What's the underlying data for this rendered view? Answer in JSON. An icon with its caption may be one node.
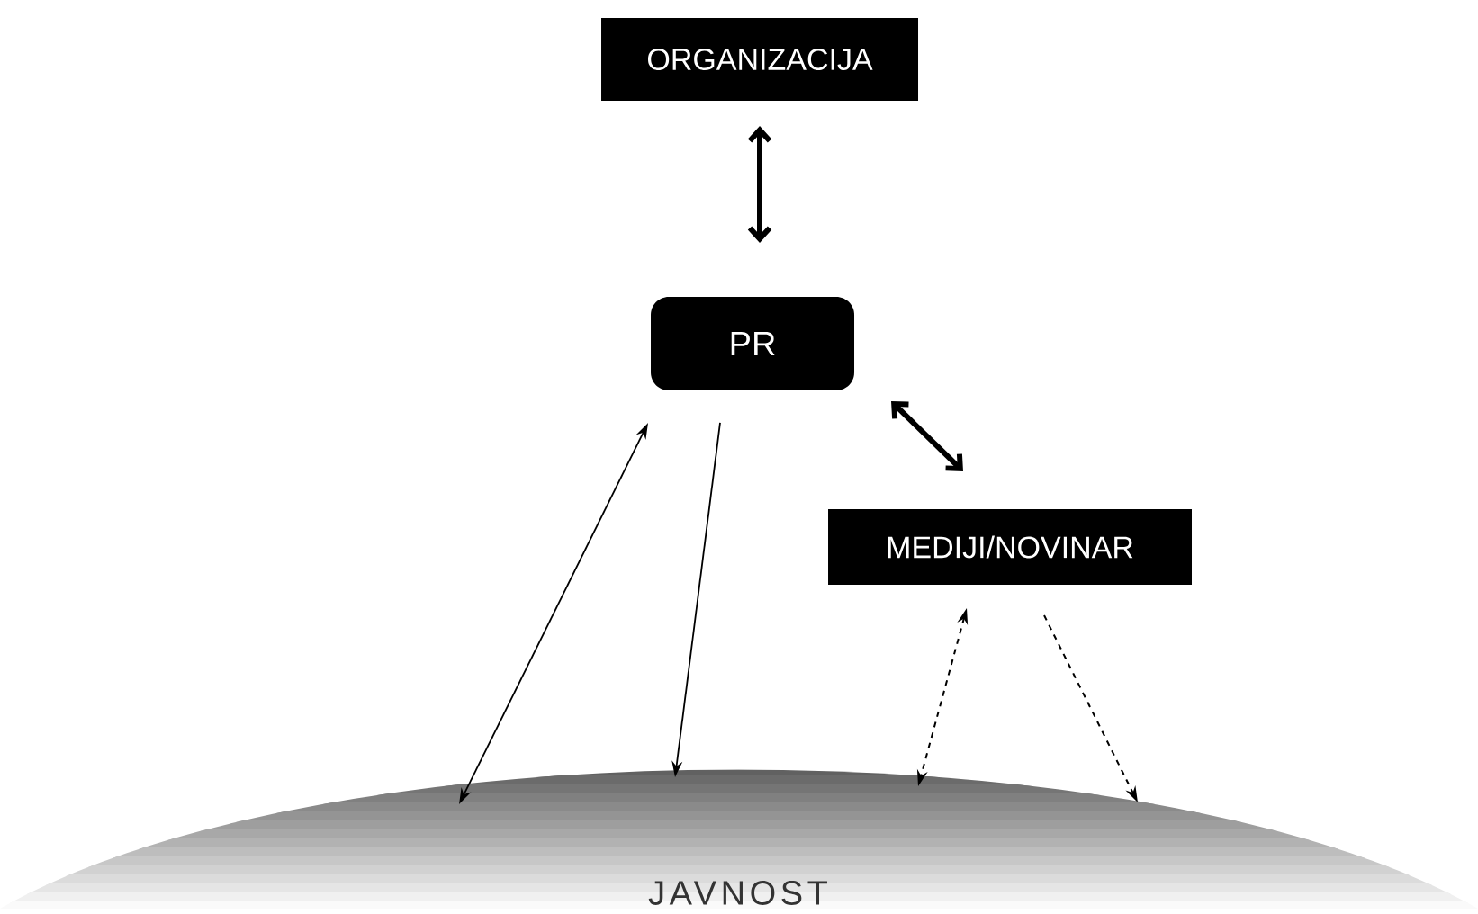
{
  "diagram": {
    "nodes": [
      {
        "text": [
          "ORGANIZACIJA"
        ]
      },
      {
        "text": [
          "PR"
        ]
      },
      {
        "text": [
          "MEDIJI/NOVINAR"
        ]
      },
      {
        "text": [
          "JAVNOST"
        ]
      }
    ],
    "edges": [
      {
        "from": 0,
        "to": 1,
        "arrow": "both",
        "style": "thick"
      },
      {
        "from": 1,
        "to": 2,
        "arrow": "both",
        "style": "thick"
      },
      {
        "from": 1,
        "to": 3,
        "arrow": "both"
      },
      {
        "from": 1,
        "to": 3,
        "arrow": "to"
      },
      {
        "from": 2,
        "to": 3,
        "arrow": "both",
        "style": "dashed"
      },
      {
        "from": 2,
        "to": 3,
        "arrow": "to",
        "style": "dashed"
      }
    ]
  }
}
